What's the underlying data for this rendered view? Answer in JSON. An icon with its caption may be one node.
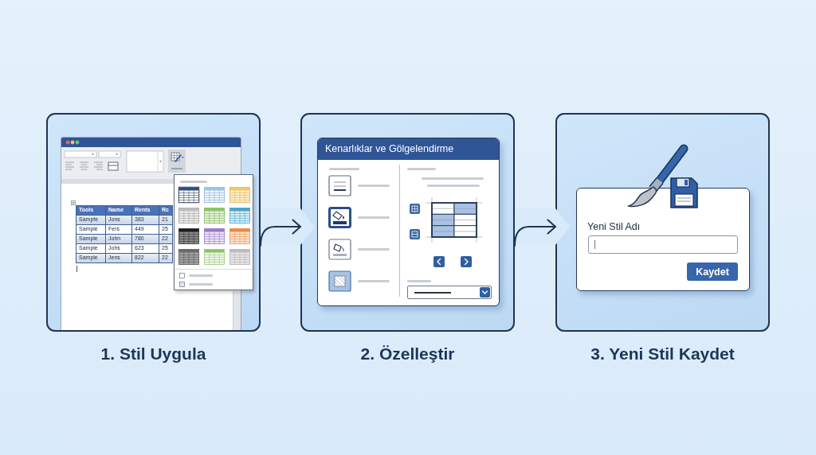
{
  "diagram": {
    "nodes": [
      {
        "text": [
          "1. Stil Uygula"
        ]
      },
      {
        "text": [
          "2. Özelleştir"
        ]
      },
      {
        "text": [
          "3. Yeni Stil Kaydet"
        ]
      },
      {
        "text": [
          "Kenarlıklar ve Gölgelendirme"
        ],
        "in": 1
      },
      {
        "text": [
          "Yeni Stil Adı",
          "Kaydet"
        ],
        "in": 2
      }
    ],
    "edges": [
      {
        "from": 0,
        "to": 1,
        "arrow": "to"
      },
      {
        "from": 1,
        "to": 2,
        "arrow": "to"
      }
    ],
    "labels": [
      "Tools",
      "Name",
      "Rents",
      "Rc",
      "Sampfe",
      "Jons",
      "383",
      "21",
      "Sample",
      "Fers",
      "449",
      "25",
      "Sample",
      "John",
      "780",
      "22",
      "Sample",
      "Johs",
      "623",
      "25",
      "Sample",
      "Jens",
      "822",
      "22"
    ]
  }
}
